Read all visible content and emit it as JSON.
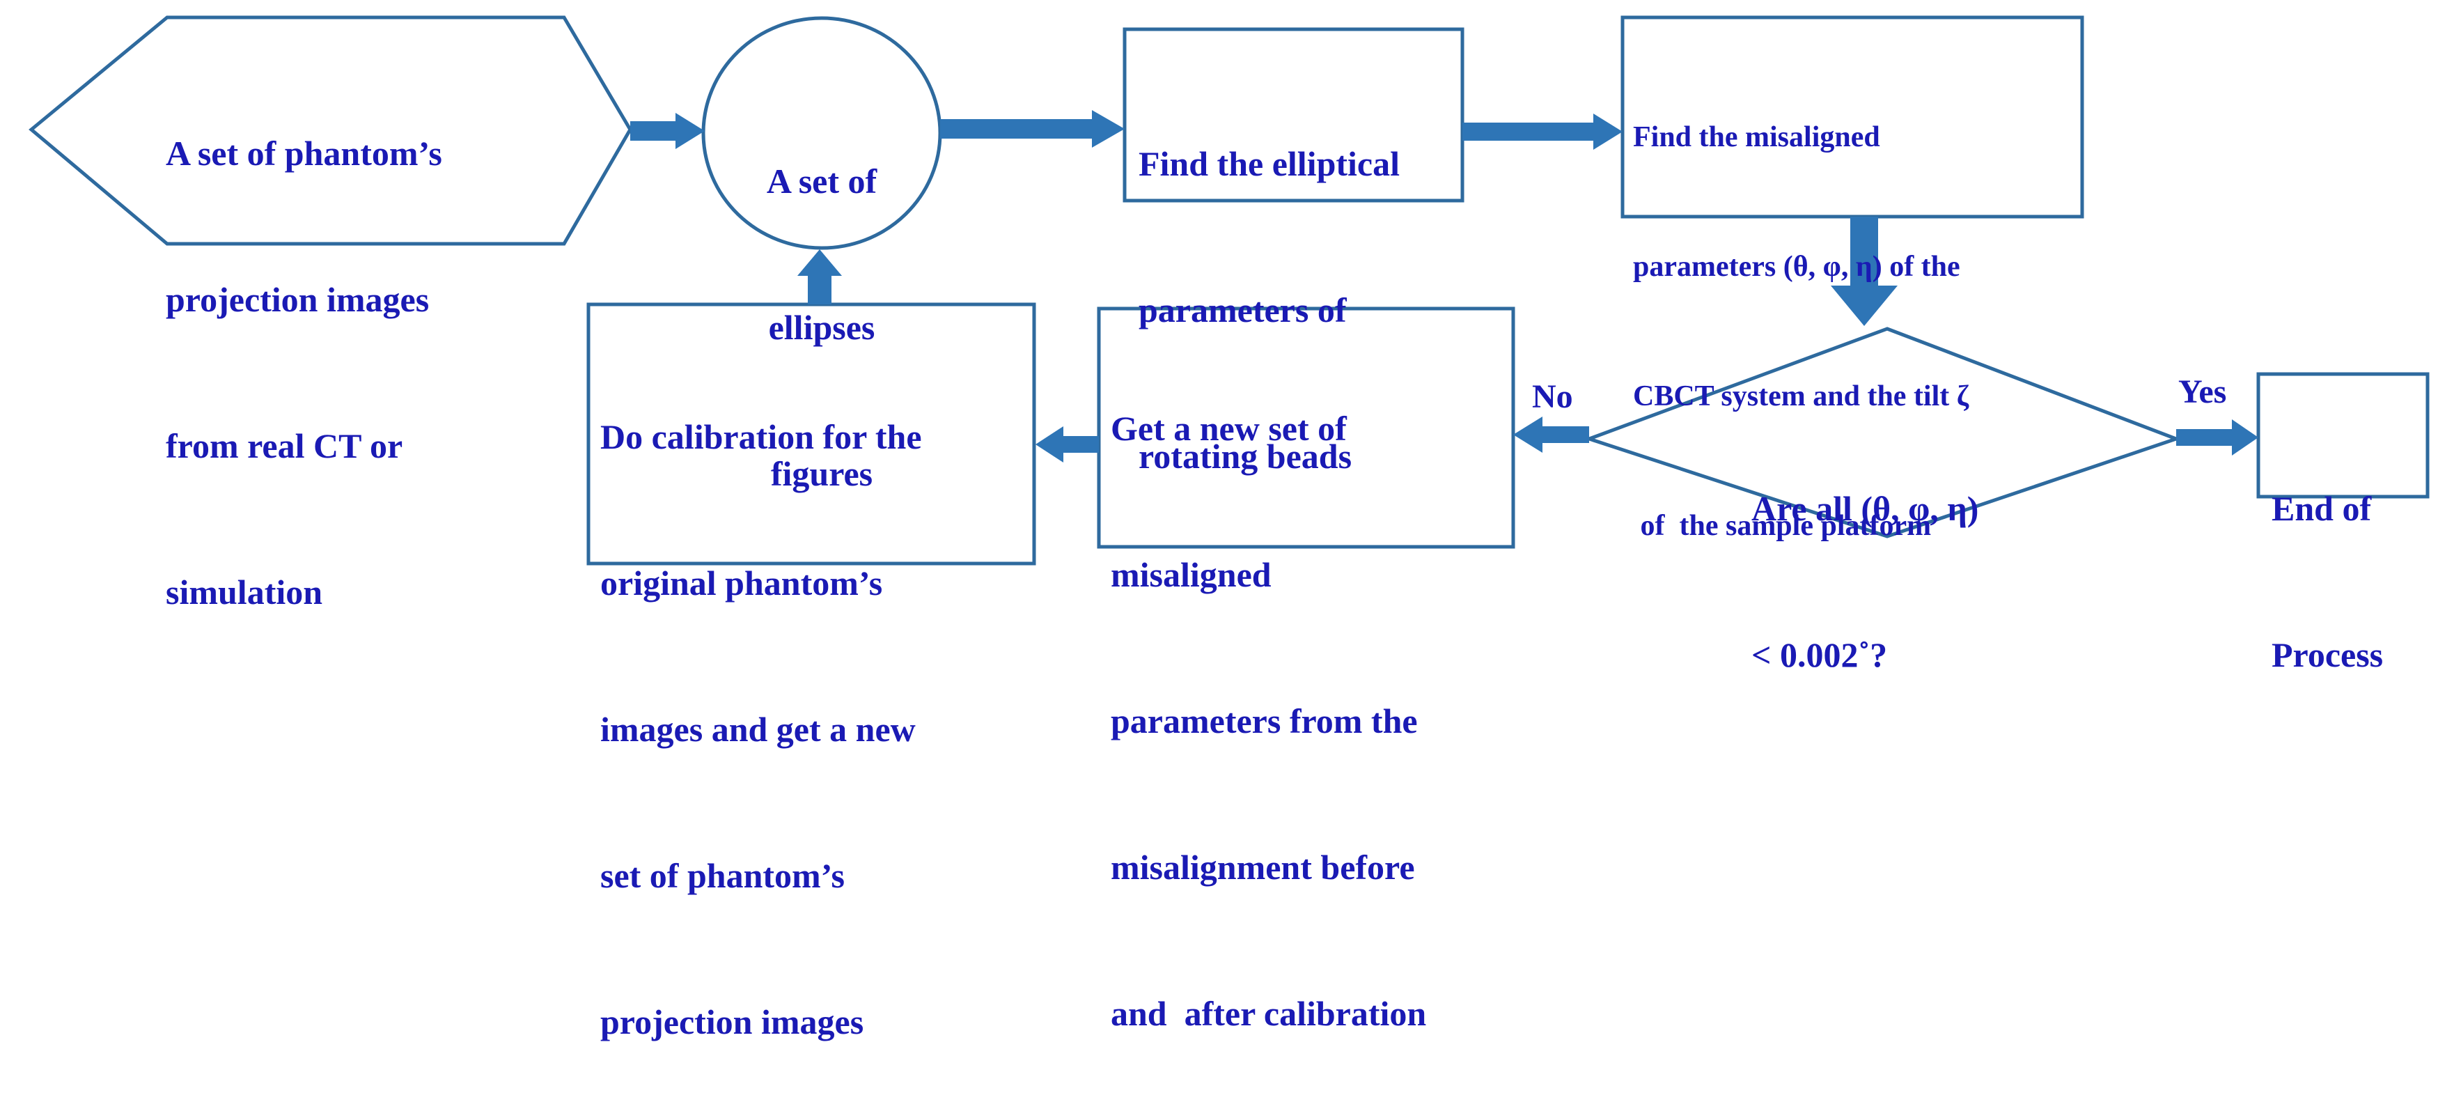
{
  "colors": {
    "shape_stroke": "#2e6a9e",
    "arrow_fill": "#2e75b6",
    "text": "#1a1ab4"
  },
  "nodes": {
    "input_hexagon": [
      "A set of phantom’s",
      "projection images",
      "from real CT or",
      "simulation"
    ],
    "ellipses_circle": [
      "A set of",
      "ellipses",
      "figures"
    ],
    "find_elliptical": [
      "Find the elliptical",
      "parameters of",
      "rotating beads"
    ],
    "find_misaligned": [
      "Find the misaligned",
      "parameters (θ, φ, η) of the",
      "CBCT system and the tilt ζ",
      " of  the sample platform"
    ],
    "decision": [
      "Are all (θ, φ, η)",
      "< 0.002˚?"
    ],
    "end": [
      "End of",
      "Process"
    ],
    "new_params": [
      "Get a new set of",
      "misaligned",
      "parameters from the",
      "misalignment before",
      "and  after calibration"
    ],
    "calibration": [
      "Do calibration for the",
      "original phantom’s",
      "images and get a new",
      "set of phantom’s",
      "projection images"
    ]
  },
  "edge_labels": {
    "no": "No",
    "yes": "Yes"
  }
}
